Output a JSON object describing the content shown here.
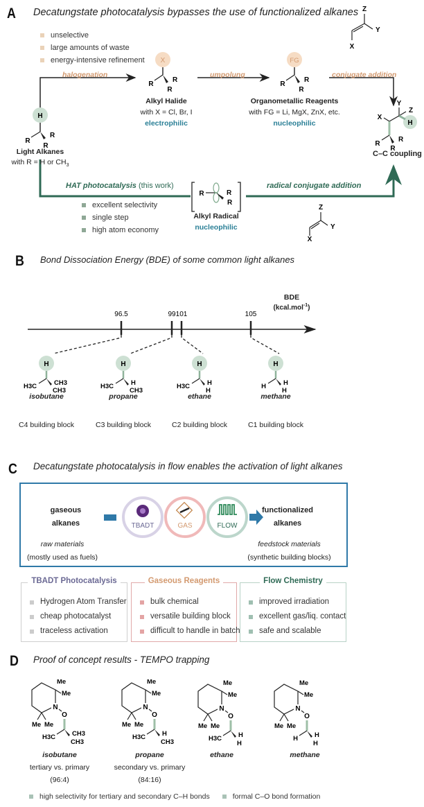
{
  "colors": {
    "orange_accent": "#d39a70",
    "orange_halo": "#f6dcc4",
    "green_accent": "#2f6a55",
    "green_halo": "#cde0d3",
    "teal_text": "#2a7f96",
    "blue_box": "#2f79a8",
    "tbadt_purple": "#6b6994",
    "gas_red": "#e39a9a",
    "flow_green": "#7fb2a1"
  },
  "panel_a": {
    "letter": "A",
    "title": "Decatungstate photocatalysis bypasses the use of functionalized alkanes",
    "drawbacks": [
      "unselective",
      "large amounts of waste",
      "energy-intensive refinement"
    ],
    "steps": {
      "halogenation": "halogenation",
      "umpolung": "umpolung",
      "conjugate_addition": "conjugate addition",
      "hat": "HAT photocatalysis",
      "hat_note": "(this work)",
      "radical_addition": "radical conjugate addition"
    },
    "light_alkanes": {
      "name": "Light Alkanes",
      "desc": "with R = H or CH",
      "desc_sub": "3"
    },
    "alkyl_halide": {
      "name": "Alkyl Halide",
      "desc": "with X = Cl, Br, I",
      "character": "electrophilic",
      "atom": "X"
    },
    "organometallic": {
      "name": "Organometallic Reagents",
      "desc": "with FG = Li, MgX, ZnX, etc.",
      "character": "nucleophilic",
      "atom": "FG"
    },
    "alkyl_radical": {
      "name": "Alkyl Radical",
      "character": "nucleophilic"
    },
    "product": {
      "name": "C–C coupling"
    },
    "advantages": [
      "excellent selectivity",
      "single step",
      "high atom economy"
    ]
  },
  "panel_b": {
    "letter": "B",
    "title": "Bond Dissociation Energy (BDE) of some common light alkanes",
    "axis_label": "BDE",
    "axis_unit": "(kcal.mol",
    "axis_unit_sup": "-1",
    "axis_unit_end": ")",
    "alkanes": [
      {
        "bde": "96.5",
        "name": "isobutane",
        "block": "C4 building block"
      },
      {
        "bde": "99",
        "name": "propane",
        "block": "C3 building block"
      },
      {
        "bde": "101",
        "name": "ethane",
        "block": "C2 building block"
      },
      {
        "bde": "105",
        "name": "methane",
        "block": "C1 building block"
      }
    ]
  },
  "panel_c": {
    "letter": "C",
    "title": "Decatungstate photocatalysis in flow enables the activation of light alkanes",
    "input": {
      "line1": "gaseous",
      "line2": "alkanes",
      "note1": "raw materials",
      "note2": "(mostly used as fuels)"
    },
    "output": {
      "line1": "functionalized",
      "line2": "alkanes",
      "note1": "feedstock materials",
      "note2": "(synthetic building blocks)"
    },
    "badges": [
      "TBADT",
      "GAS",
      "FLOW"
    ],
    "boxes": [
      {
        "title": "TBADT Photocatalysis",
        "items": [
          "Hydrogen Atom Transfer",
          "cheap photocatalyst",
          "traceless activation"
        ]
      },
      {
        "title": "Gaseous Reagents",
        "items": [
          "bulk chemical",
          "versatile building block",
          "difficult to handle in batch"
        ]
      },
      {
        "title": "Flow Chemistry",
        "items": [
          "improved irradiation",
          "excellent gas/liq. contact",
          "safe and scalable"
        ]
      }
    ]
  },
  "panel_d": {
    "letter": "D",
    "title": "Proof of concept results - TEMPO trapping",
    "products": [
      {
        "name": "isobutane",
        "selectivity": "tertiary vs. primary",
        "ratio": "(96:4)"
      },
      {
        "name": "propane",
        "selectivity": "secondary vs. primary",
        "ratio": "(84:16)"
      },
      {
        "name": "ethane",
        "selectivity": "",
        "ratio": ""
      },
      {
        "name": "methane",
        "selectivity": "",
        "ratio": ""
      }
    ],
    "notes": [
      "high selectivity for tertiary and secondary C–H bonds",
      "formal C–O bond formation"
    ],
    "me_label": "Me",
    "n_label": "N",
    "o_label": "O"
  }
}
